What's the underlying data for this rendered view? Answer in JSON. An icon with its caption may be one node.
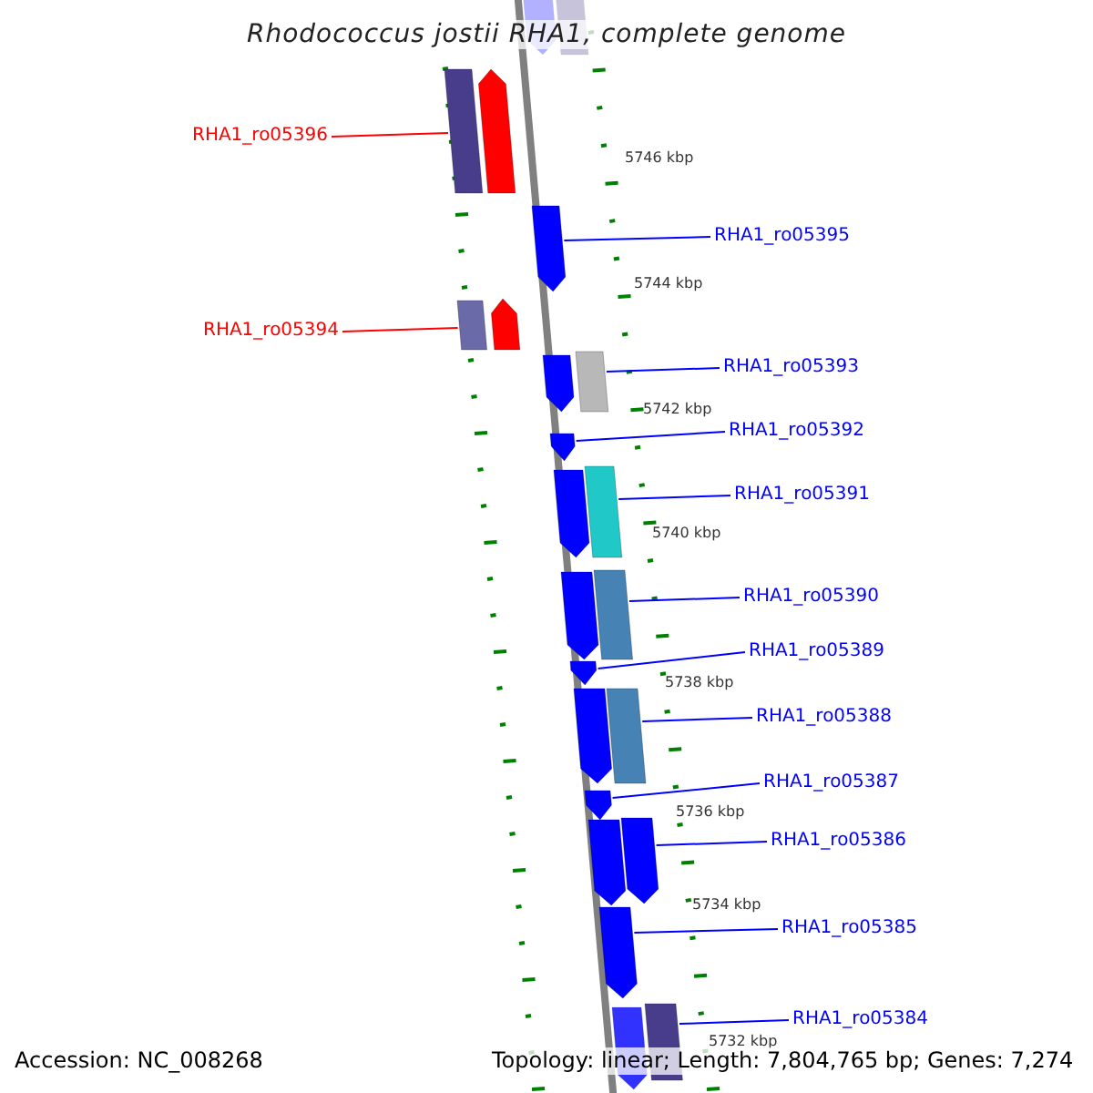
{
  "diagram": {
    "title": "Rhodococcus jostii RHA1, complete genome",
    "nodes": [
      {
        "text": [
          "RHA1_ro05396"
        ]
      },
      {
        "text": [],
        "shape": "bar"
      },
      {
        "text": [
          "RHA1_ro05395"
        ]
      },
      {
        "text": [],
        "shape": "bar"
      },
      {
        "text": [
          "RHA1_ro05394"
        ]
      },
      {
        "text": [],
        "shape": "bar"
      },
      {
        "text": [
          "RHA1_ro05393"
        ]
      },
      {
        "text": [],
        "shape": "bar"
      },
      {
        "text": [
          "RHA1_ro05392"
        ]
      },
      {
        "text": [],
        "shape": "bar"
      },
      {
        "text": [
          "RHA1_ro05391"
        ]
      },
      {
        "text": [],
        "shape": "bar"
      },
      {
        "text": [
          "RHA1_ro05390"
        ]
      },
      {
        "text": [],
        "shape": "bar"
      },
      {
        "text": [
          "RHA1_ro05389"
        ]
      },
      {
        "text": [],
        "shape": "bar"
      },
      {
        "text": [
          "RHA1_ro05388"
        ]
      },
      {
        "text": [],
        "shape": "bar"
      },
      {
        "text": [
          "RHA1_ro05387"
        ]
      },
      {
        "text": [],
        "shape": "bar"
      },
      {
        "text": [
          "RHA1_ro05386"
        ]
      },
      {
        "text": [],
        "shape": "bar"
      },
      {
        "text": [
          "RHA1_ro05385"
        ]
      },
      {
        "text": [],
        "shape": "bar"
      },
      {
        "text": [
          "RHA1_ro05384"
        ]
      },
      {
        "text": [],
        "shape": "bar"
      },
      {
        "text": [],
        "shape": "bar"
      },
      {
        "text": [],
        "shape": "bar"
      },
      {
        "text": [],
        "shape": "bar"
      },
      {
        "text": [],
        "shape": "bar"
      },
      {
        "text": [],
        "shape": "bar"
      },
      {
        "text": [],
        "shape": "bar"
      },
      {
        "text": [],
        "shape": "bar"
      },
      {
        "text": [],
        "shape": "bar"
      },
      {
        "text": [],
        "shape": "bar"
      },
      {
        "text": [],
        "shape": "bar"
      }
    ],
    "edges": [
      {
        "from": 0,
        "to": 1,
        "arrow": "none",
        "color": "#ff0000"
      },
      {
        "from": 2,
        "to": 3,
        "arrow": "none"
      },
      {
        "from": 4,
        "to": 5,
        "arrow": "none",
        "color": "#ff0000"
      },
      {
        "from": 6,
        "to": 7,
        "arrow": "none"
      },
      {
        "from": 8,
        "to": 9,
        "arrow": "none"
      },
      {
        "from": 10,
        "to": 11,
        "arrow": "none"
      },
      {
        "from": 12,
        "to": 13,
        "arrow": "none"
      },
      {
        "from": 14,
        "to": 15,
        "arrow": "none"
      },
      {
        "from": 16,
        "to": 17,
        "arrow": "none"
      },
      {
        "from": 18,
        "to": 19,
        "arrow": "none"
      },
      {
        "from": 20,
        "to": 21,
        "arrow": "none"
      },
      {
        "from": 22,
        "to": 23,
        "arrow": "none"
      },
      {
        "from": 24,
        "to": 25,
        "arrow": "none"
      }
    ],
    "labels": [
      "5746 kbp",
      "5744 kbp",
      "5742 kbp",
      "5740 kbp",
      "5738 kbp",
      "5736 kbp",
      "5734 kbp",
      "5732 kbp",
      "Accession: NC_008268",
      "Topology: linear; Length: 7,804,765 bp; Genes: 7,274"
    ]
  }
}
